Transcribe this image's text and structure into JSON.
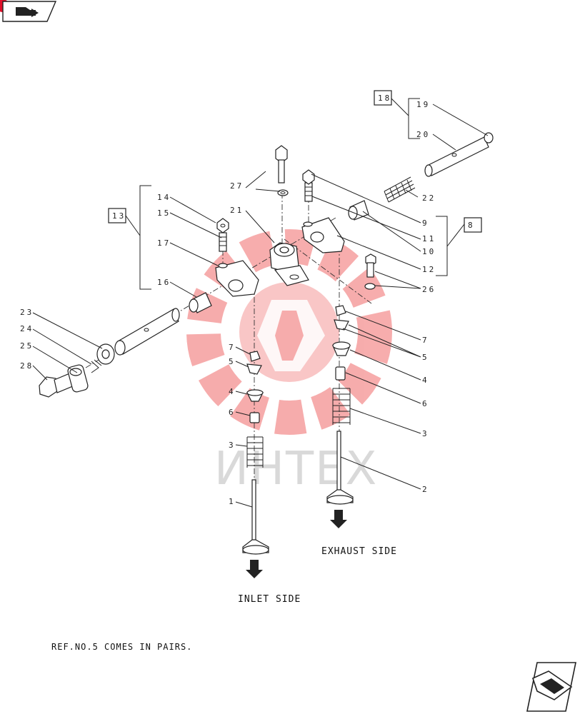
{
  "captions": {
    "exhaust_side": "EXHAUST SIDE",
    "inlet_side": "INLET SIDE",
    "note": "REF.NO.5 COMES IN PAIRS."
  },
  "watermark": "ИНТЕХ",
  "labels": {
    "l1": "1",
    "l2": "2",
    "l3a": "3",
    "l3b": "3",
    "l4a": "4",
    "l4b": "4",
    "l5a": "5",
    "l5b": "5",
    "l6a": "6",
    "l6b": "6",
    "l7a": "7",
    "l7b": "7",
    "l8": "8",
    "l9": "9",
    "l10": "10",
    "l11": "11",
    "l12": "12",
    "l13": "13",
    "l14": "14",
    "l15": "15",
    "l16": "16",
    "l17": "17",
    "l18": "18",
    "l19": "19",
    "l20": "20",
    "l21": "21",
    "l22": "22",
    "l23": "23",
    "l24": "24",
    "l25": "25",
    "l26": "26",
    "l27": "27",
    "l28": "28"
  },
  "icons": {
    "top_left": "book-arrow-icon",
    "bottom_right": "next-page-arrow-icon"
  },
  "colors": {
    "watermark_red": "#f06a6a",
    "badge_red": "#e0102a"
  }
}
